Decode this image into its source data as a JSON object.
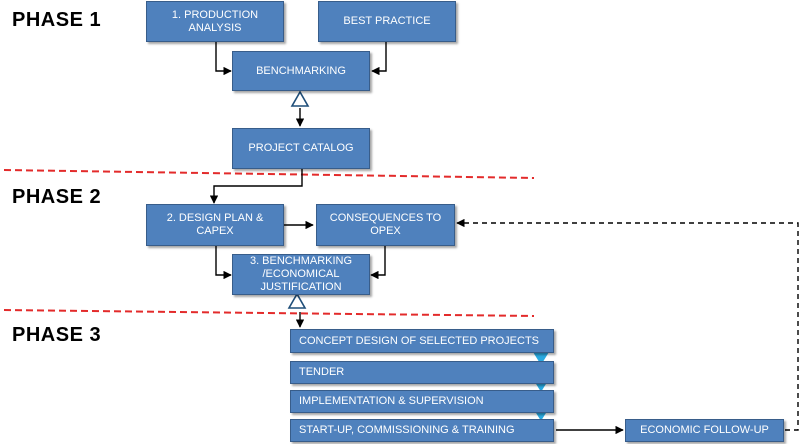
{
  "phases": {
    "p1": "PHASE 1",
    "p2": "PHASE 2",
    "p3": "PHASE 3"
  },
  "boxes": {
    "production_analysis": "1. PRODUCTION\nANALYSIS",
    "best_practice": "BEST PRACTICE",
    "benchmarking": "BENCHMARKING",
    "project_catalog": "PROJECT CATALOG",
    "design_plan": "2. DESIGN PLAN &\nCAPEX",
    "consequences": "CONSEQUENCES TO\nOPEX",
    "benchmarking_econ": "3. BENCHMARKING\n/ECONOMICAL\nJUSTIFICATION",
    "concept_design": "CONCEPT DESIGN OF SELECTED PROJECTS",
    "tender": "TENDER",
    "implementation": "IMPLEMENTATION & SUPERVISION",
    "startup": "START-UP, COMMISSIONING & TRAINING",
    "economic_followup": "ECONOMIC FOLLOW-UP"
  },
  "colors": {
    "box_fill": "#4f81bd",
    "box_border": "#385d8a",
    "phase_divider": "#e32b2b",
    "step_marker": "#29a9e0",
    "connector": "#000000"
  }
}
